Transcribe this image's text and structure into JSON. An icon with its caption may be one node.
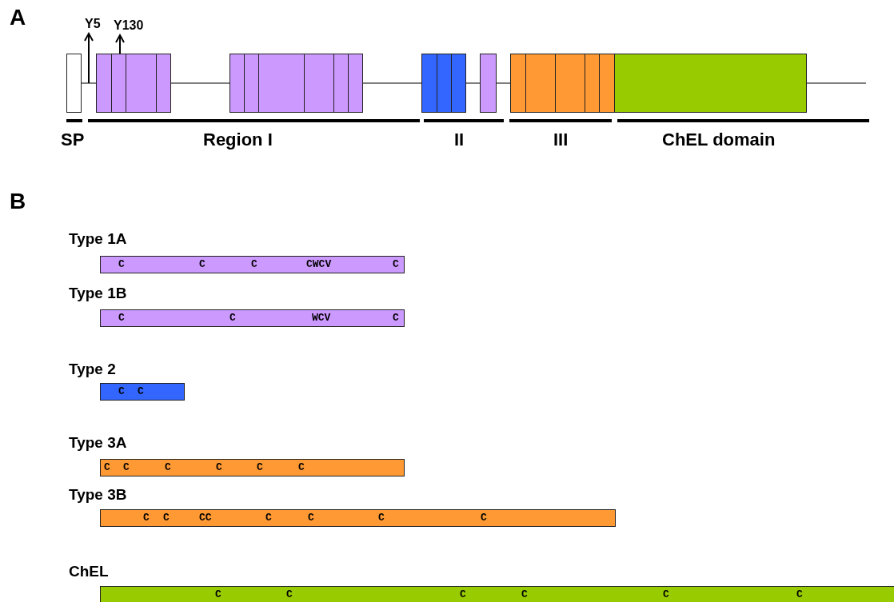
{
  "diagram": {
    "nodes": [
      {
        "text": [],
        "shape": "box"
      },
      {
        "text": [],
        "shape": "box"
      },
      {
        "text": [],
        "shape": "box"
      },
      {
        "text": [],
        "shape": "box"
      },
      {
        "text": [],
        "shape": "box"
      },
      {
        "text": [],
        "shape": "box"
      },
      {
        "text": [],
        "shape": "box"
      },
      {
        "text": [
          "Y5"
        ]
      },
      {
        "text": [
          "Y130"
        ]
      },
      {
        "text": [
          "Type 1A",
          "C",
          "C",
          "C",
          "CWCV",
          "C"
        ]
      },
      {
        "text": [
          "Type 1B",
          "C",
          "C",
          "WCV",
          "C"
        ]
      },
      {
        "text": [
          "Type 2",
          "C",
          "C"
        ]
      },
      {
        "text": [
          "Type 3A",
          "C",
          "C",
          "C",
          "C",
          "C",
          "C"
        ]
      },
      {
        "text": [
          "Type 3B",
          "C",
          "C",
          "CC",
          "C",
          "C",
          "C",
          "C"
        ]
      },
      {
        "text": [
          "ChEL",
          "C",
          "C",
          "C",
          "C",
          "C",
          "C"
        ]
      }
    ],
    "edges": [
      {
        "from": 0,
        "to": 1,
        "arrow": "none"
      },
      {
        "from": 1,
        "to": 2,
        "arrow": "none"
      },
      {
        "from": 2,
        "to": 3,
        "arrow": "none"
      },
      {
        "from": 3,
        "to": 4,
        "arrow": "none"
      },
      {
        "from": 4,
        "to": 5,
        "arrow": "none"
      },
      {
        "from": 6,
        "to": null,
        "arrow": "none"
      },
      {
        "from": 0,
        "to": 7,
        "arrow": "to"
      },
      {
        "from": 1,
        "to": 8,
        "arrow": "to"
      }
    ],
    "labels": [
      "A",
      "SP",
      "Region I",
      "II",
      "III",
      "ChEL domain",
      "B"
    ]
  }
}
